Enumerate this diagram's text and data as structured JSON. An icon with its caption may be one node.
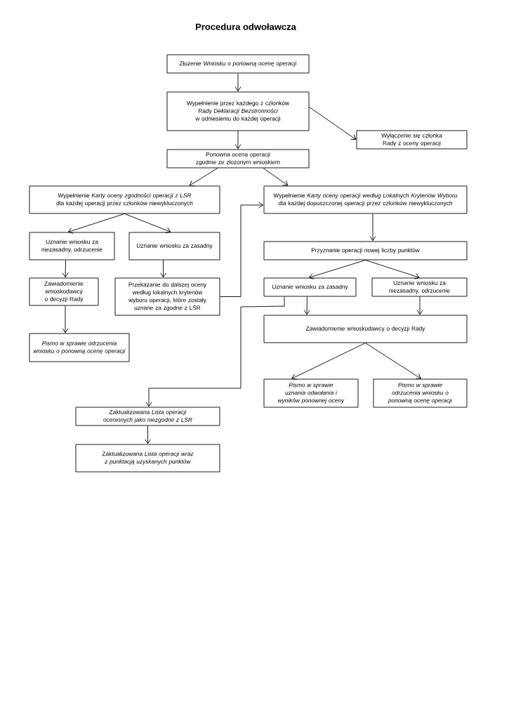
{
  "diagram": {
    "title": "Procedura odwoławcza",
    "nodes": [
      {
        "text": [
          "Złożenie *Wniosku o ponowną ocenę operacji*"
        ]
      },
      {
        "text": [
          "Wypełnienie przez każdego z członków Rady *Deklaracji Bezstronności* w odniesieniu do każdej operacji"
        ]
      },
      {
        "text": [
          "Wyłączenie się członka Rady z oceny operacji"
        ]
      },
      {
        "text": [
          "Ponowna ocena operacji zgodnie ze złożonym wnioskiem"
        ]
      },
      {
        "text": [
          "Wypełnienie *Karty oceny zgodności operacji z LSR* dla każdej operacji przez członków niewykluczonych"
        ]
      },
      {
        "text": [
          "Wypełnienie *Karty oceny operacji według Lokalnych Kryteriów Wyboru* dla każdej dopuszczonej operacji przez członków niewykluczonych"
        ]
      },
      {
        "text": [
          "Uznanie wniosku za niezasadny, odrzucenie"
        ]
      },
      {
        "text": [
          "Uznanie wniosku za zasadny"
        ]
      },
      {
        "text": [
          "Przyznanie operacji nowej liczby punktów"
        ]
      },
      {
        "text": [
          "Zawiadomienie wnioskodawcy o decyzji Rady"
        ]
      },
      {
        "text": [
          "Przekazanie do dalszej oceny według lokalnych kryteriów wyboru operacji, które zostały uznane za zgodne z LSR"
        ]
      },
      {
        "text": [
          "Uznanie wniosku za zasadny"
        ]
      },
      {
        "text": [
          "Uznanie wniosku za niezasadny, odrzucenie"
        ]
      },
      {
        "text": [
          "Zawiadomienie wnioskodawcy o decyzji Rady"
        ]
      },
      {
        "text": [
          "*Pismo w sprawie odrzucenia wniosku o ponowną ocenę operacji*"
        ]
      },
      {
        "text": [
          "*Pismo w sprawie uznania odwołania i wyników ponownej oceny*"
        ]
      },
      {
        "text": [
          "*Pismo w sprawie odrzucenia wniosku o ponowną ocenę operacji*"
        ]
      },
      {
        "text": [
          "Zaktualizowana *Lista operacji ocenionych jako niezgodne z LSR*"
        ]
      },
      {
        "text": [
          "Zaktualizowana *Lista operacji wraz z punktacją uzyskanych punktów*"
        ]
      }
    ],
    "edges": [
      {
        "from": 0,
        "to": 1,
        "arrow": "to"
      },
      {
        "from": 1,
        "to": 2,
        "arrow": "to"
      },
      {
        "from": 1,
        "to": 3,
        "arrow": "to"
      },
      {
        "from": 3,
        "to": 4,
        "arrow": "to"
      },
      {
        "from": 3,
        "to": 5,
        "arrow": "to"
      },
      {
        "from": 4,
        "to": 6,
        "arrow": "to"
      },
      {
        "from": 4,
        "to": 7,
        "arrow": "to"
      },
      {
        "from": 6,
        "to": 9,
        "arrow": "to"
      },
      {
        "from": 7,
        "to": 10,
        "arrow": "to"
      },
      {
        "from": 9,
        "to": 14,
        "arrow": "to"
      },
      {
        "from": 10,
        "to": 5,
        "arrow": "to"
      },
      {
        "from": 5,
        "to": 8,
        "arrow": "to"
      },
      {
        "from": 8,
        "to": 11,
        "arrow": "to"
      },
      {
        "from": 8,
        "to": 12,
        "arrow": "to"
      },
      {
        "from": 11,
        "to": 13,
        "arrow": "to"
      },
      {
        "from": 12,
        "to": 13,
        "arrow": "to"
      },
      {
        "from": 13,
        "to": 15,
        "arrow": "to"
      },
      {
        "from": 13,
        "to": 16,
        "arrow": "to"
      },
      {
        "from": 11,
        "to": 17,
        "arrow": "to"
      },
      {
        "from": 17,
        "to": 18,
        "arrow": "to"
      }
    ]
  }
}
